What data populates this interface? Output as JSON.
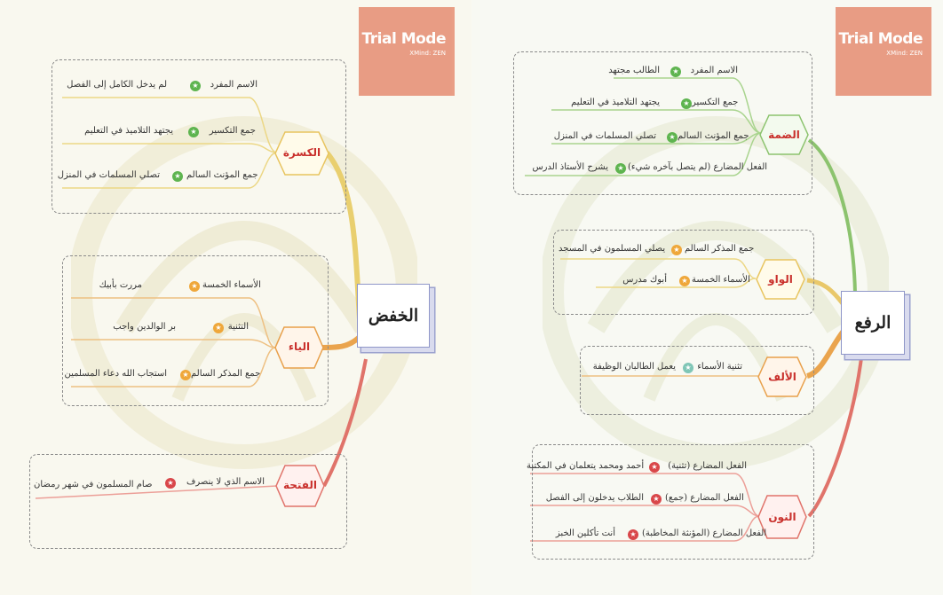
{
  "trial_badge": {
    "title": "Trial Mode",
    "subtitle": "XMind: ZEN"
  },
  "colors": {
    "green": "#8cc36e",
    "yellow": "#e9d08a",
    "orange": "#eaa44d",
    "red": "#e0736a",
    "central_border": "#8f96c8",
    "trial_bg": "#e79379"
  },
  "left": {
    "central": "الخفض",
    "branches": [
      {
        "label": "الكسرة",
        "items": [
          {
            "term": "الاسم المفرد",
            "example": "لم يدخل الكامل إلى الفصل"
          },
          {
            "term": "جمع التكسير",
            "example": "يجتهد التلاميذ في التعليم"
          },
          {
            "term": "جمع المؤنث السالم",
            "example": "تصلي المسلمات في المنزل"
          }
        ]
      },
      {
        "label": "الياء",
        "items": [
          {
            "term": "الأسماء الخمسة",
            "example": "مررت بأبيك"
          },
          {
            "term": "التثنية",
            "example": "بر الوالدين واجب"
          },
          {
            "term": "جمع المذكر السالم",
            "example": "استجاب الله دعاء المسلمين"
          }
        ]
      },
      {
        "label": "الفتحة",
        "items": [
          {
            "term": "الاسم الذي لا ينصرف",
            "example": "صام المسلمون في شهر رمضان"
          }
        ]
      }
    ]
  },
  "right": {
    "central": "الرفع",
    "branches": [
      {
        "label": "الضمة",
        "items": [
          {
            "term": "الاسم المفرد",
            "example": "الطالب مجتهد"
          },
          {
            "term": "جمع التكسير",
            "example": "يجتهد التلاميذ في التعليم"
          },
          {
            "term": "جمع المؤنث السالم",
            "example": "تصلي المسلمات في المنزل"
          },
          {
            "term": "الفعل المضارع (لم يتصل بآخره شيء)",
            "example": "يشرح الأستاذ الدرس"
          }
        ]
      },
      {
        "label": "الواو",
        "items": [
          {
            "term": "جمع المذكر السالم",
            "example": "يصلي المسلمون في المسجد"
          },
          {
            "term": "الأسماء الخمسة",
            "example": "أبوك مدرس"
          }
        ]
      },
      {
        "label": "الألف",
        "items": [
          {
            "term": "تثنية الأسماء",
            "example": "يعمل الطالبان الوظيفة"
          }
        ]
      },
      {
        "label": "النون",
        "items": [
          {
            "term": "الفعل المضارع (تثنية)",
            "example": "أحمد ومحمد يتعلمان في المكتبة"
          },
          {
            "term": "الفعل المضارع (جمع)",
            "example": "الطلاب يدخلون إلى الفصل"
          },
          {
            "term": "الفعل المضارع (المؤنثة المخاطبة)",
            "example": "أنت تأكلين الخبز"
          }
        ]
      }
    ]
  }
}
